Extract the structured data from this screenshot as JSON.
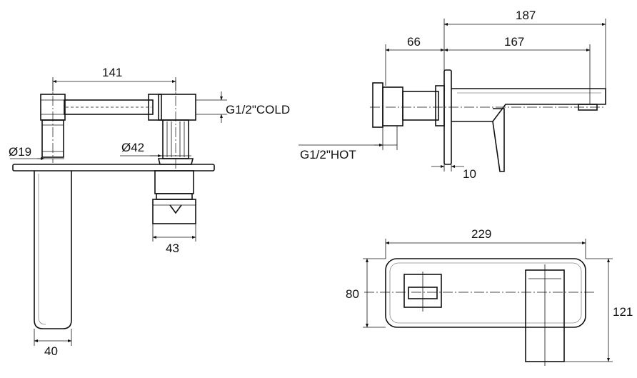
{
  "drawing": {
    "front_view": {
      "dim_spout_to_handle": "141",
      "label_cold": "G1/2\"COLD",
      "dim_spout_pin_dia": "Ø19",
      "dim_handle_dia": "Ø42",
      "dim_handle_width": "43",
      "dim_spout_width": "40"
    },
    "side_view": {
      "dim_overall_projection": "187",
      "dim_body_depth": "66",
      "dim_spout_projection": "167",
      "label_hot": "G1/2\"HOT",
      "dim_plate_thickness": "10"
    },
    "plate_view": {
      "dim_plate_width": "229",
      "dim_plate_height_inner": "80",
      "dim_plate_height_overall": "121"
    }
  }
}
